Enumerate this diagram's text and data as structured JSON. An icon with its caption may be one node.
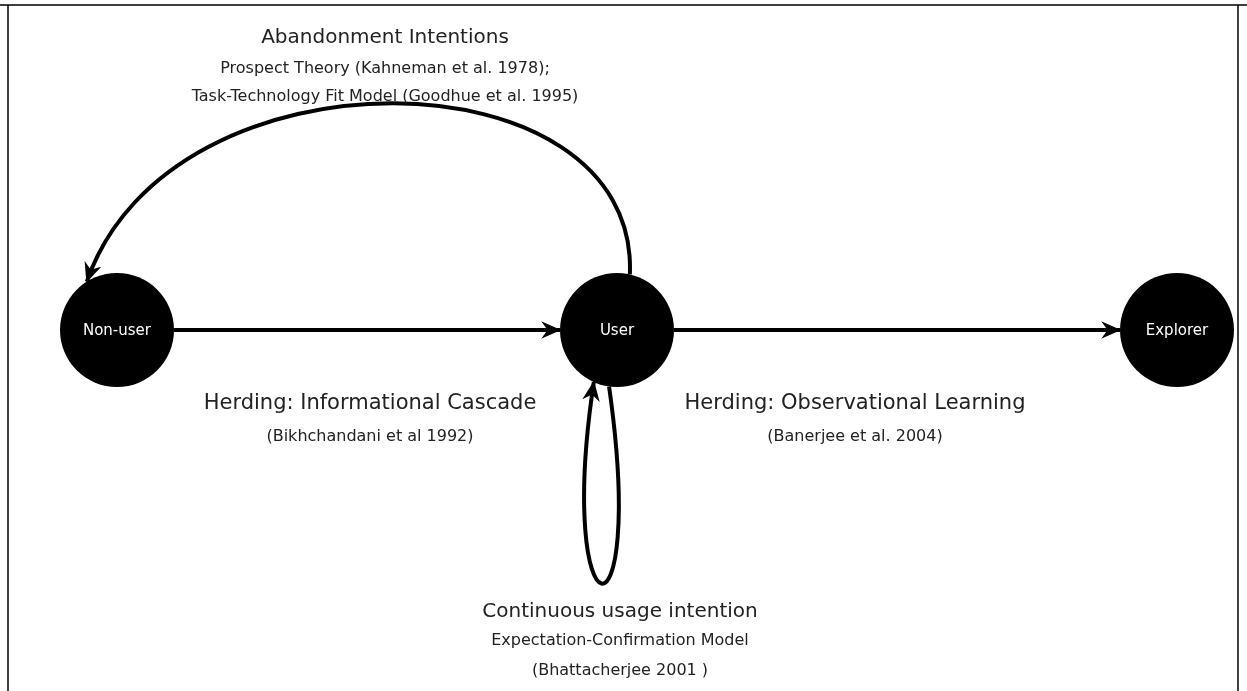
{
  "diagram": {
    "nodes": [
      {
        "text": [
          "Non-user"
        ]
      },
      {
        "text": [
          "User"
        ]
      },
      {
        "text": [
          "Explorer"
        ]
      }
    ],
    "edges": [
      {
        "from": 0,
        "to": 1,
        "arrow": "to"
      },
      {
        "from": 1,
        "to": 2,
        "arrow": "to"
      },
      {
        "from": 1,
        "to": 0,
        "arrow": "to"
      },
      {
        "from": 1,
        "to": 1,
        "arrow": "to"
      }
    ],
    "labels": [
      "Abandonment Intentions",
      "Prospect Theory (Kahneman et al. 1978);",
      "Task-Technology Fit Model (Goodhue et al. 1995)",
      "Herding: Informational Cascade",
      "(Bikhchandani et al 1992)",
      "Herding: Observational Learning",
      "(Banerjee et al. 2004)",
      "Continuous usage intention",
      "Expectation-Confirmation Model",
      "(Bhattacherjee 2001 )"
    ]
  }
}
